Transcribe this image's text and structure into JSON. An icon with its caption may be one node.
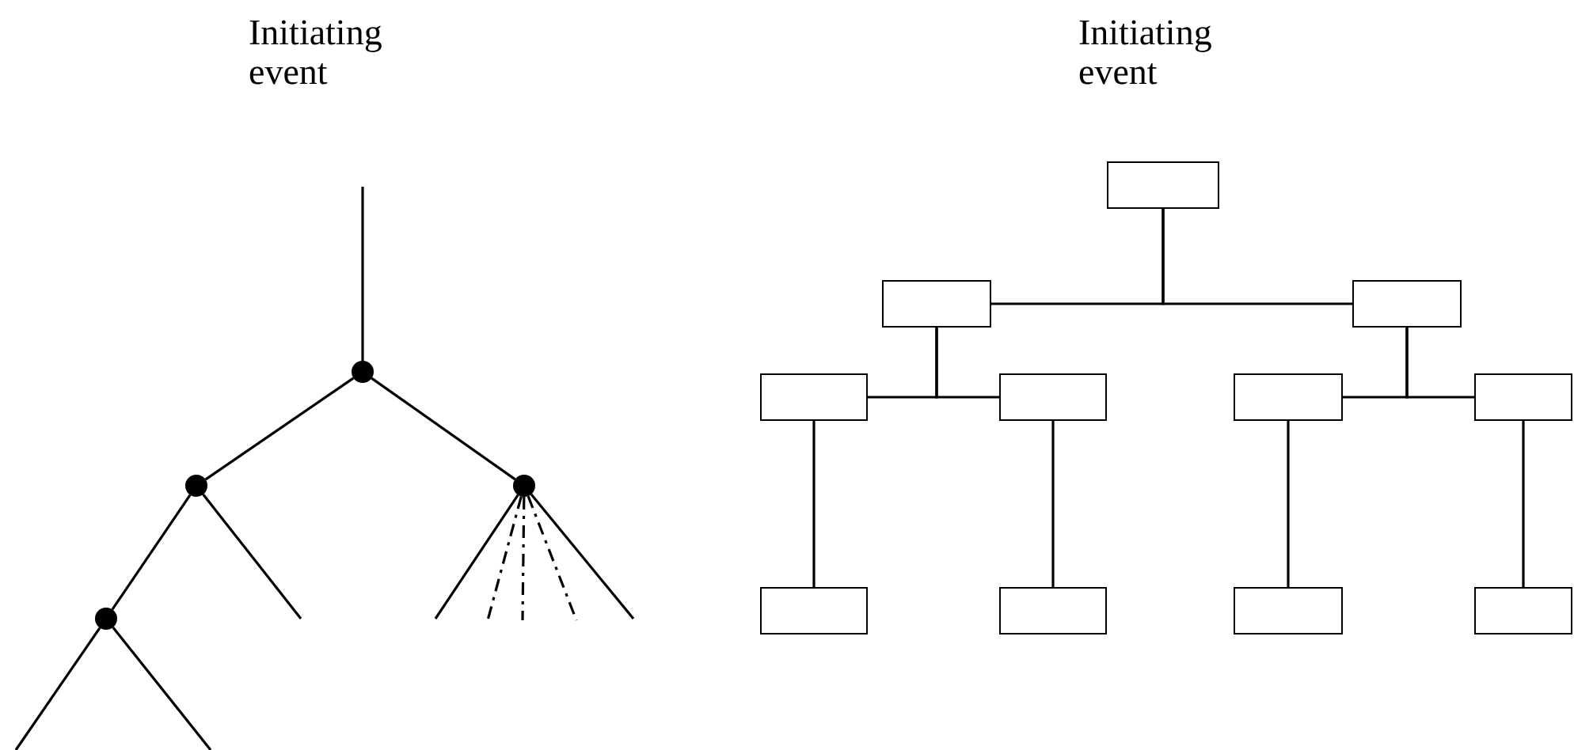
{
  "diagram": {
    "nodes": [
      {
        "text": [],
        "shape": "circle"
      },
      {
        "text": [],
        "shape": "circle"
      },
      {
        "text": [],
        "shape": "circle"
      },
      {
        "text": [],
        "shape": "circle"
      },
      {
        "text": [],
        "shape": "box"
      },
      {
        "text": [],
        "shape": "box"
      },
      {
        "text": [],
        "shape": "box"
      },
      {
        "text": [],
        "shape": "box"
      },
      {
        "text": [],
        "shape": "box"
      },
      {
        "text": [],
        "shape": "box"
      },
      {
        "text": [],
        "shape": "box"
      },
      {
        "text": [],
        "shape": "box"
      },
      {
        "text": [],
        "shape": "box"
      },
      {
        "text": [],
        "shape": "box"
      },
      {
        "text": [],
        "shape": "box"
      }
    ],
    "edges": [
      {
        "from": null,
        "to": 0,
        "arrow": "none"
      },
      {
        "from": 0,
        "to": 1,
        "arrow": "none"
      },
      {
        "from": 0,
        "to": 2,
        "arrow": "none"
      },
      {
        "from": 1,
        "to": 3,
        "arrow": "none"
      },
      {
        "from": 1,
        "to": null,
        "arrow": "none"
      },
      {
        "from": 2,
        "to": null,
        "arrow": "none"
      },
      {
        "from": 2,
        "to": null,
        "arrow": "none",
        "style": "dashed"
      },
      {
        "from": 2,
        "to": null,
        "arrow": "none",
        "style": "dashed"
      },
      {
        "from": 2,
        "to": null,
        "arrow": "none",
        "style": "dashed"
      },
      {
        "from": 2,
        "to": null,
        "arrow": "none"
      },
      {
        "from": 3,
        "to": null,
        "arrow": "none"
      },
      {
        "from": 3,
        "to": null,
        "arrow": "none"
      },
      {
        "from": 4,
        "to": 5,
        "arrow": "none"
      },
      {
        "from": 4,
        "to": 6,
        "arrow": "none"
      },
      {
        "from": 5,
        "to": 7,
        "arrow": "none"
      },
      {
        "from": 5,
        "to": 8,
        "arrow": "none"
      },
      {
        "from": 6,
        "to": 9,
        "arrow": "none"
      },
      {
        "from": 6,
        "to": 10,
        "arrow": "none"
      },
      {
        "from": 7,
        "to": 11,
        "arrow": "none"
      },
      {
        "from": 8,
        "to": 12,
        "arrow": "none"
      },
      {
        "from": 9,
        "to": 13,
        "arrow": "none"
      },
      {
        "from": 10,
        "to": 14,
        "arrow": "none"
      }
    ],
    "labels": [
      "Initiating event",
      "Initiating event"
    ]
  }
}
